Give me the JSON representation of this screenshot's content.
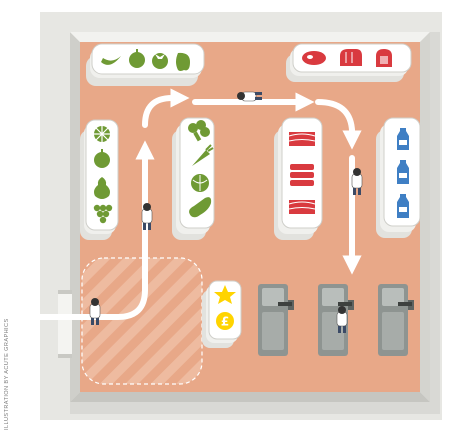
{
  "illustration": {
    "subject": "supermarket floor plan with shopper path",
    "credit": "ILLUSTRATION BY ACUTE GRAPHICS"
  },
  "colors": {
    "wall": "#e7e7e3",
    "wall_edge": "#c9c9c4",
    "floor": "#e8a888",
    "entrance_stripe": "#eebba0",
    "path": "#ffffff",
    "produce_green": "#6f9a34",
    "meat_red": "#d93a3f",
    "dairy_blue": "#3f7fc4",
    "promo_yellow": "#ffd400",
    "checkout_grey": "#8e9491"
  },
  "shelves": [
    {
      "name": "fruit-veg-top",
      "icons": [
        "banana-icon",
        "apple-icon",
        "tomato-icon",
        "pepper-icon"
      ]
    },
    {
      "name": "bakery-top",
      "icons": [
        "steak-icon",
        "bread-loaf-icon",
        "sliced-bread-icon"
      ]
    },
    {
      "name": "fruit-left",
      "icons": [
        "citrus-icon",
        "apple-icon",
        "pear-icon",
        "grapes-icon"
      ]
    },
    {
      "name": "vegetables",
      "icons": [
        "broccoli-icon",
        "carrot-icon",
        "cabbage-icon",
        "eggplant-icon"
      ]
    },
    {
      "name": "meat",
      "icons": [
        "bacon-icon",
        "steak-icon",
        "bacon-icon"
      ]
    },
    {
      "name": "dairy",
      "icons": [
        "milk-bottle-icon",
        "milk-bottle-icon",
        "milk-bottle-icon"
      ]
    },
    {
      "name": "promo",
      "icons": [
        "star-icon",
        "pound-sign-icon"
      ]
    }
  ],
  "checkouts": 3
}
